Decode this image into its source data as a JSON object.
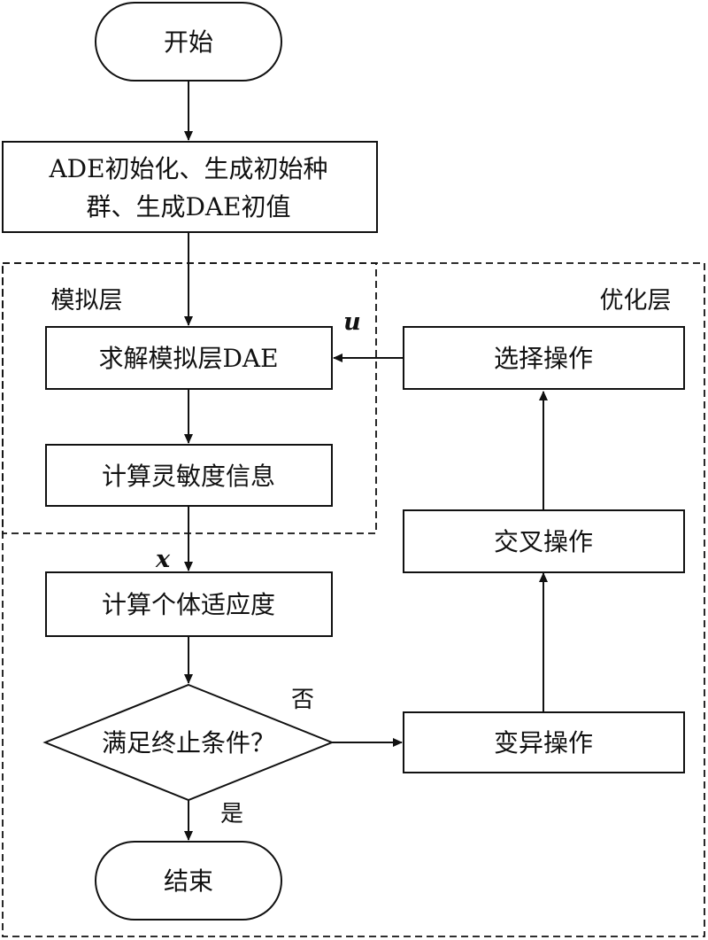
{
  "nodes": {
    "start": "开始",
    "init_line1": "ADE初始化、生成初始种",
    "init_line2": "群、生成DAE初值",
    "solve_dae": "求解模拟层DAE",
    "sensitivity": "计算灵敏度信息",
    "fitness": "计算个体适应度",
    "termination": "满足终止条件？",
    "end": "结束",
    "select": "选择操作",
    "crossover": "交叉操作",
    "mutation": "变异操作"
  },
  "regions": {
    "simulation_layer": "模拟层",
    "optimization_layer": "优化层"
  },
  "edge_labels": {
    "u": "u",
    "x": "x",
    "no": "否",
    "yes": "是"
  }
}
